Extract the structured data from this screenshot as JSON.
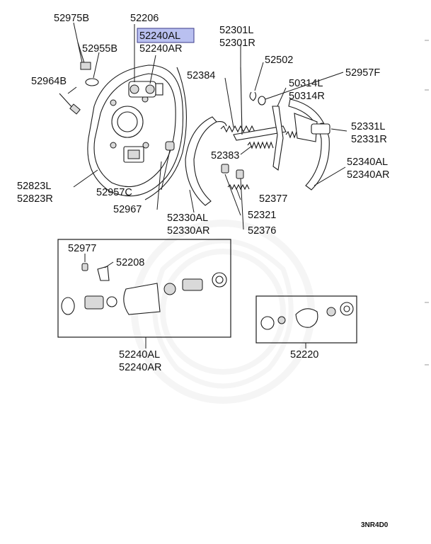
{
  "highlight_color": "#b9c0f0",
  "highlight_border": "#3a3a8a",
  "watermark_color": "#eeeeee",
  "labels": {
    "p52975B": "52975B",
    "p52206": "52206",
    "p52240AL_top": "52240AL",
    "p52240AR_top": "52240AR",
    "p52955B": "52955B",
    "p52964B": "52964B",
    "p52823L": "52823L",
    "p52823R": "52823R",
    "p52957C": "52957C",
    "p52967": "52967",
    "p52301L": "52301L",
    "p52301R": "52301R",
    "p52502": "52502",
    "p52957F": "52957F",
    "p52384": "52384",
    "p50314L": "50314L",
    "p50314R": "50314R",
    "p52331L": "52331L",
    "p52331R": "52331R",
    "p52383": "52383",
    "p52340AL": "52340AL",
    "p52340AR": "52340AR",
    "p52377": "52377",
    "p52321": "52321",
    "p52330AL": "52330AL",
    "p52330AR": "52330AR",
    "p52376": "52376",
    "p52977": "52977",
    "p52208": "52208",
    "p52240AL_bot": "52240AL",
    "p52240AR_bot": "52240AR",
    "p52220": "52220"
  },
  "diagram_code": "3NR4D0"
}
